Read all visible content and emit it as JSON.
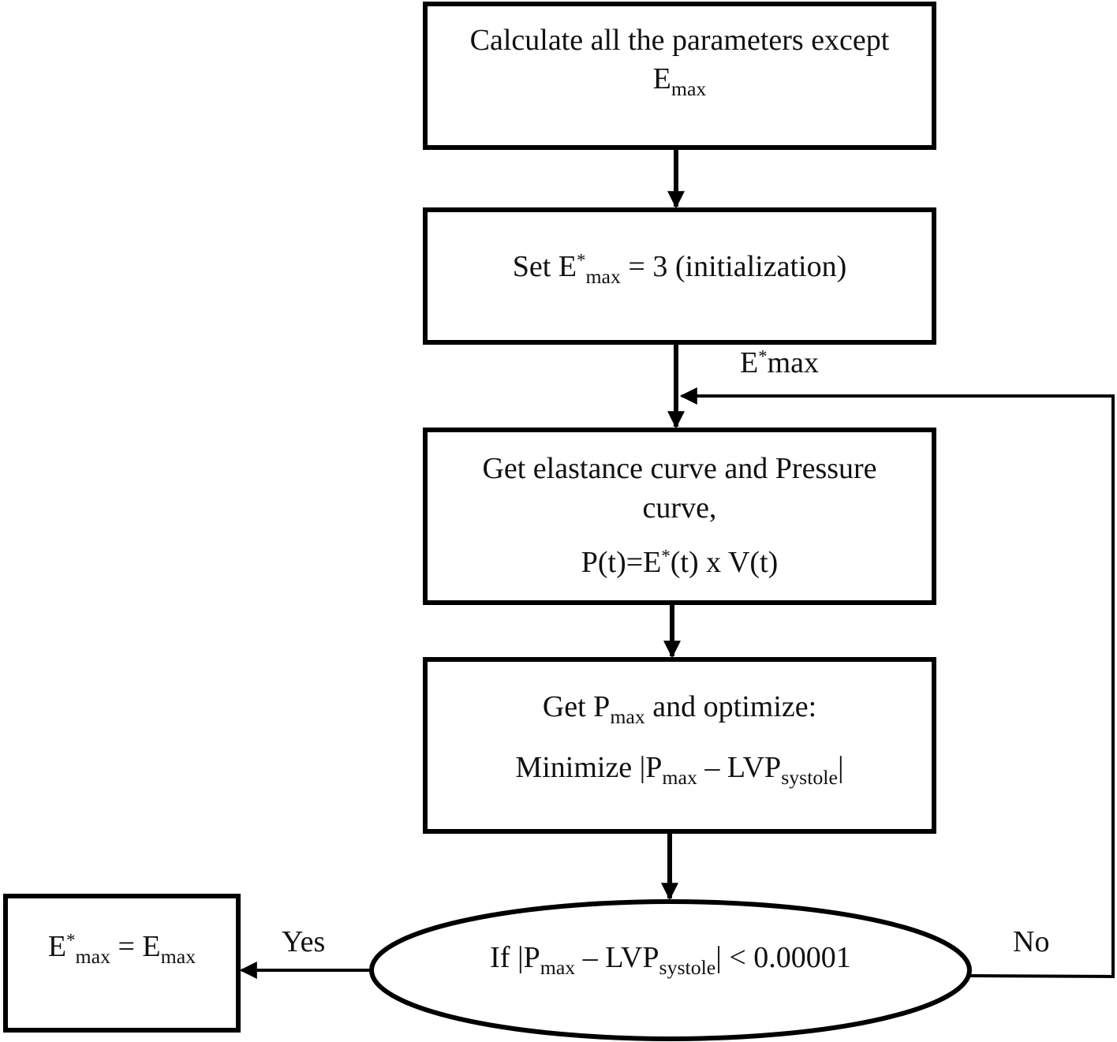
{
  "diagram": {
    "type": "flowchart",
    "nodes": {
      "calc": {
        "line1": "Calculate all the parameters except",
        "line2_base": "E",
        "line2_sub": "max"
      },
      "init": {
        "pre": "Set E",
        "sup": "*",
        "sub": "max",
        "post": " = 3 (initialization)"
      },
      "curve": {
        "line1": "Get elastance curve and Pressure",
        "line2": "curve,",
        "line3_pre": "P(t)=E",
        "line3_sup": "*",
        "line3_post": "(t) x V(t)"
      },
      "optimize": {
        "line1_pre": "Get P",
        "line1_sub": "max",
        "line1_post": " and optimize:",
        "line2_pre": "Minimize |P",
        "line2_sub1": "max",
        "line2_mid": " – LVP",
        "line2_sub2": "systole",
        "line2_post": "|"
      },
      "decision": {
        "pre": "If |P",
        "sub1": "max",
        "mid": " – LVP",
        "sub2": "systole",
        "post": "| < 0.00001"
      },
      "result": {
        "pre": "E",
        "sup": "*",
        "sub1": "max",
        "mid": " = E",
        "sub2": "max"
      }
    },
    "edge_labels": {
      "loop_base": "E",
      "loop_sup": "*",
      "loop_post": "max",
      "yes": "Yes",
      "no": "No"
    },
    "colors": {
      "stroke": "#000000",
      "background": "#ffffff"
    }
  }
}
